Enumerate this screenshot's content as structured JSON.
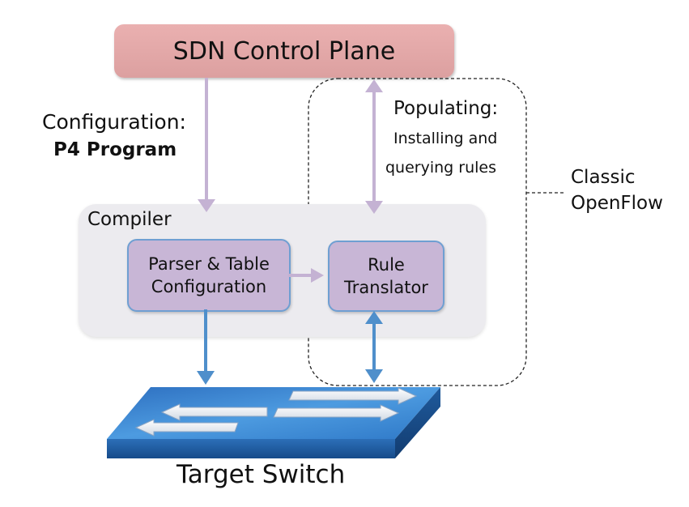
{
  "control_plane": {
    "label": "SDN Control Plane"
  },
  "configuration": {
    "label": "Configuration:",
    "program": "P4 Program"
  },
  "compiler": {
    "label": "Compiler",
    "parser_line1": "Parser & Table",
    "parser_line2": "Configuration",
    "rule_line1": "Rule",
    "rule_line2": "Translator"
  },
  "populating": {
    "title": "Populating:",
    "line1": "Installing and",
    "line2": "querying rules"
  },
  "classic": {
    "line1": "Classic",
    "line2": "OpenFlow"
  },
  "switch": {
    "label": "Target Switch"
  },
  "colors": {
    "control_plane": "#dca0a0",
    "compiler_bg": "#ecebef",
    "inner_box": "#c8b6d6",
    "inner_border": "#6f9fd2",
    "purple_arrow": "#c4b2d3",
    "blue_arrow": "#4f8fcb",
    "switch_top": "#3f8fd6",
    "switch_side": "#1f5fa8"
  }
}
